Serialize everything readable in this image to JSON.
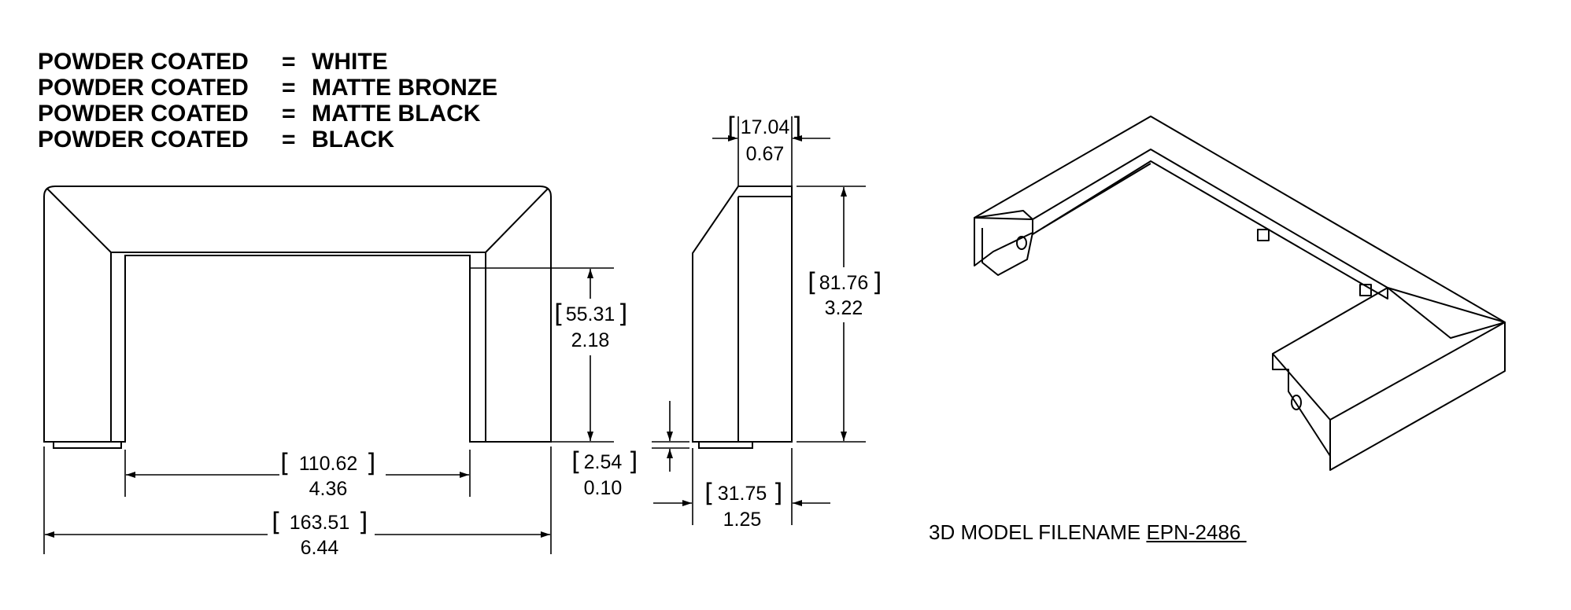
{
  "finishes": [
    {
      "label": "POWDER COATED",
      "eq": "=",
      "value": "WHITE"
    },
    {
      "label": "POWDER COATED",
      "eq": "=",
      "value": "MATTE BRONZE"
    },
    {
      "label": "POWDER COATED",
      "eq": "=",
      "value": "MATTE BLACK"
    },
    {
      "label": "POWDER COATED",
      "eq": "=",
      "value": "BLACK"
    }
  ],
  "dimensions": {
    "overall_width": {
      "mm": "163.51",
      "in": "6.44"
    },
    "inner_width": {
      "mm": "110.62",
      "in": "4.36"
    },
    "inner_height": {
      "mm": "55.31",
      "in": "2.18"
    },
    "foot_height": {
      "mm": "2.54",
      "in": "0.10"
    },
    "top_depth": {
      "mm": "17.04",
      "in": "0.67"
    },
    "total_height": {
      "mm": "81.76",
      "in": "3.22"
    },
    "base_depth": {
      "mm": "31.75",
      "in": "1.25"
    }
  },
  "model": {
    "label": "3D MODEL FILENAME ",
    "filename": "EPN-2486 "
  }
}
